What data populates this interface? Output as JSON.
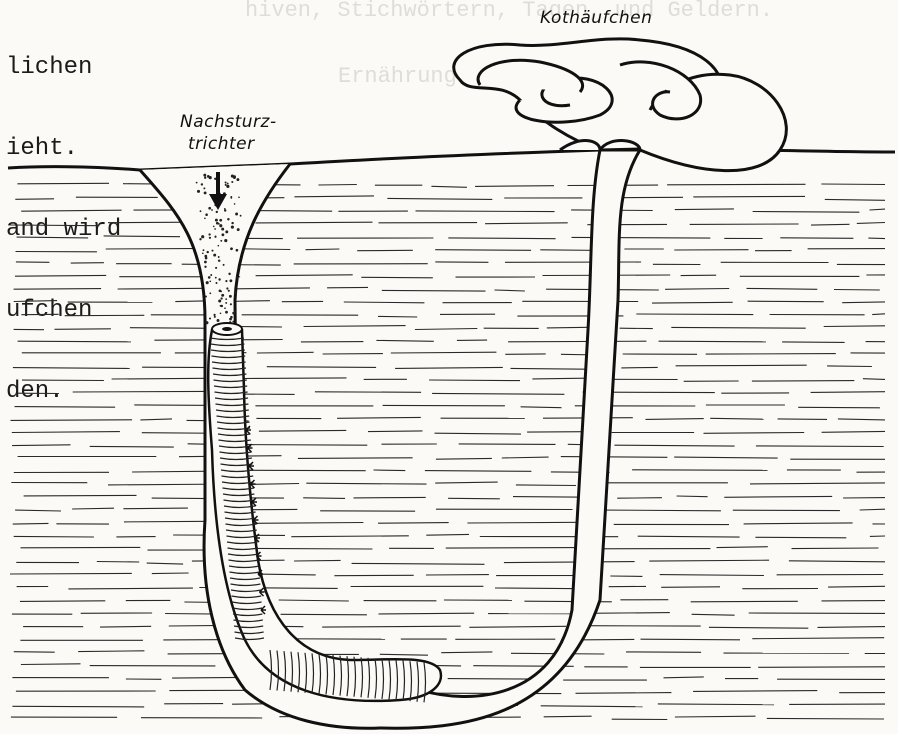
{
  "typed_text": {
    "lines": [
      "lichen",
      "ieht.",
      "and wird",
      "ufchen",
      "den."
    ]
  },
  "bleed_through": {
    "line_1": "hiven, Stichwörtern, Tagen, und Geldern.",
    "line_2": "Ernährung des Sandwurms:"
  },
  "labels": {
    "funnel_label_line_1": "Nachsturz-",
    "funnel_label_line_2": "trichter",
    "casts_label": "Kothäufchen"
  }
}
